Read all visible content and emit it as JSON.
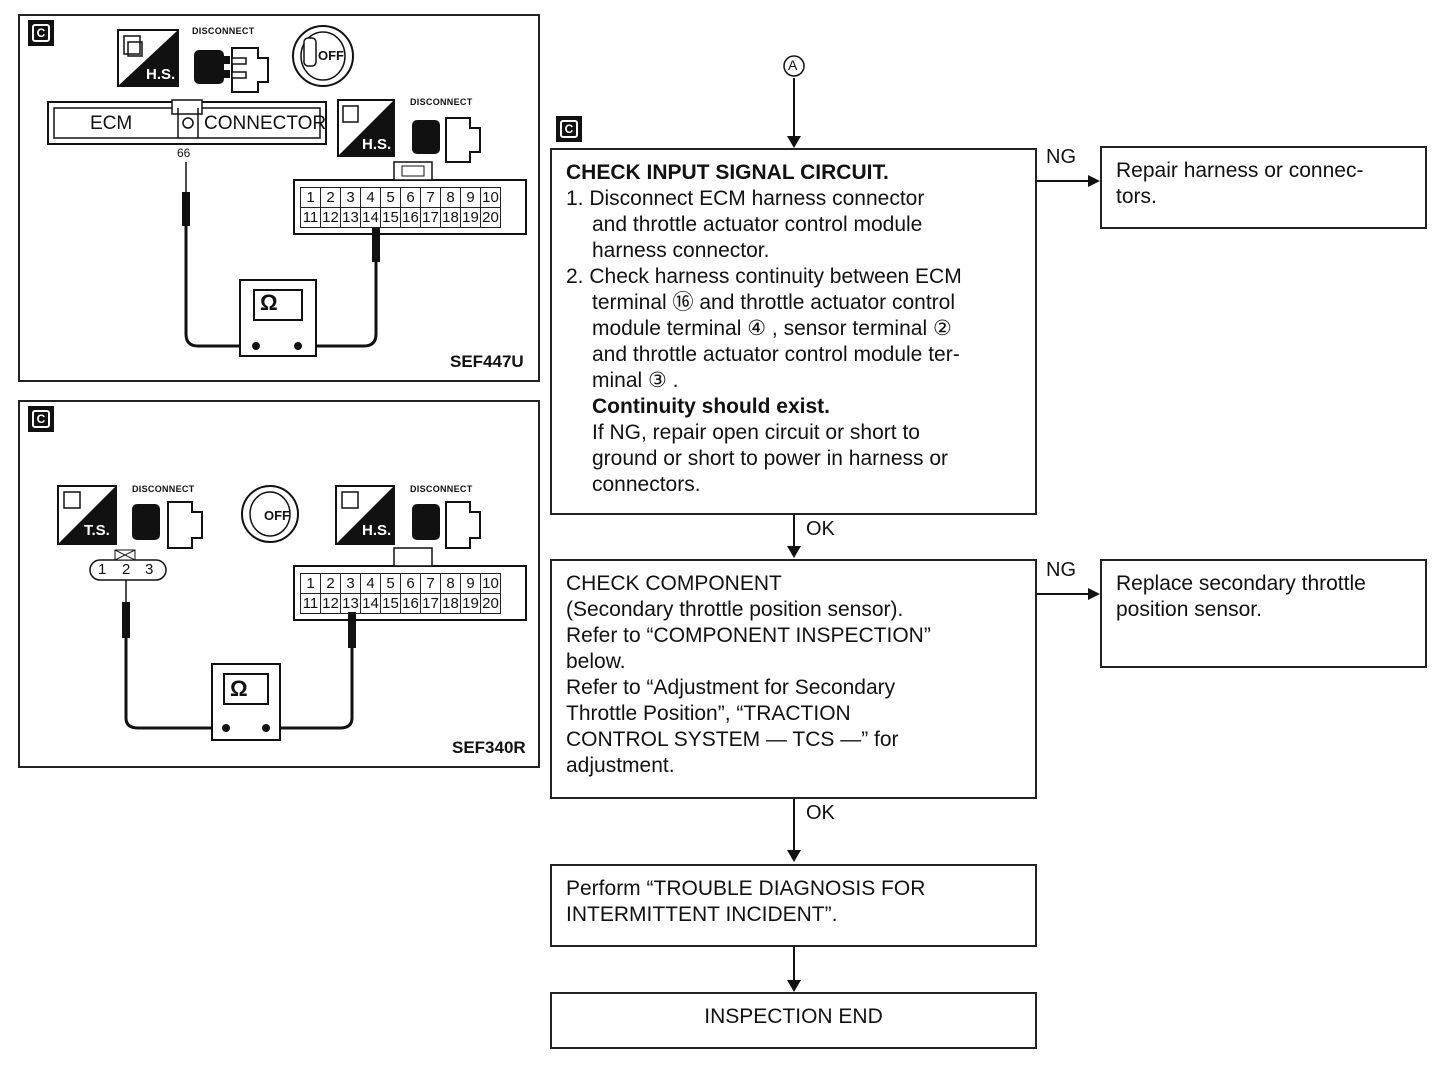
{
  "top_marker": "A",
  "panel1": {
    "badge": "C",
    "disconnect_label_1": "DISCONNECT",
    "disconnect_label_2": "DISCONNECT",
    "hs_label_1": "H.S.",
    "hs_label_2": "H.S.",
    "off_label": "OFF",
    "ecm_label": "ECM",
    "connector_label": "CONNECTOR",
    "terminal_66": "66",
    "grid_row1": [
      "1",
      "2",
      "3",
      "4",
      "5",
      "6",
      "7",
      "8",
      "9",
      "10"
    ],
    "grid_row2": [
      "11",
      "12",
      "13",
      "14",
      "15",
      "16",
      "17",
      "18",
      "19",
      "20"
    ],
    "ohm": "Ω",
    "code": "SEF447U"
  },
  "panel2": {
    "badge": "C",
    "ts_label": "T.S.",
    "hs_label": "H.S.",
    "disconnect_label_1": "DISCONNECT",
    "disconnect_label_2": "DISCONNECT",
    "off_label": "OFF",
    "sensor_pins": [
      "1",
      "2",
      "3"
    ],
    "grid_row1": [
      "1",
      "2",
      "3",
      "4",
      "5",
      "6",
      "7",
      "8",
      "9",
      "10"
    ],
    "grid_row2": [
      "11",
      "12",
      "13",
      "14",
      "15",
      "16",
      "17",
      "18",
      "19",
      "20"
    ],
    "ohm": "Ω",
    "code": "SEF340R"
  },
  "flow": {
    "badge": "C",
    "step1": {
      "title": "CHECK INPUT SIGNAL CIRCUIT.",
      "line1": "1. Disconnect ECM harness connector",
      "line2": "and throttle actuator control module",
      "line3": "harness connector.",
      "line4": "2. Check harness continuity between ECM",
      "line5": "terminal ⑯ and throttle actuator control",
      "line6": "module terminal ④ , sensor terminal ②",
      "line7": "and throttle actuator control module ter-",
      "line8": "minal ③ .",
      "bold": "Continuity should exist.",
      "line9": "If NG, repair open circuit or short to",
      "line10": "ground or short to power in harness or",
      "line11": "connectors."
    },
    "ng1_label": "NG",
    "ng1_box_line1": "Repair harness or connec-",
    "ng1_box_line2": "tors.",
    "ok1_label": "OK",
    "step2": {
      "line1": "CHECK COMPONENT",
      "line2": "(Secondary throttle position sensor).",
      "line3": "Refer to “COMPONENT INSPECTION”",
      "line4": "below.",
      "line5": "Refer to “Adjustment for Secondary",
      "line6": "Throttle Position”, “TRACTION",
      "line7": "CONTROL SYSTEM — TCS —”  for",
      "line8": "adjustment."
    },
    "ng2_label": "NG",
    "ng2_box_line1": "Replace secondary throttle",
    "ng2_box_line2": "position sensor.",
    "ok2_label": "OK",
    "step3_line1": "Perform “TROUBLE DIAGNOSIS FOR",
    "step3_line2": "INTERMITTENT INCIDENT”.",
    "end": "INSPECTION END"
  }
}
